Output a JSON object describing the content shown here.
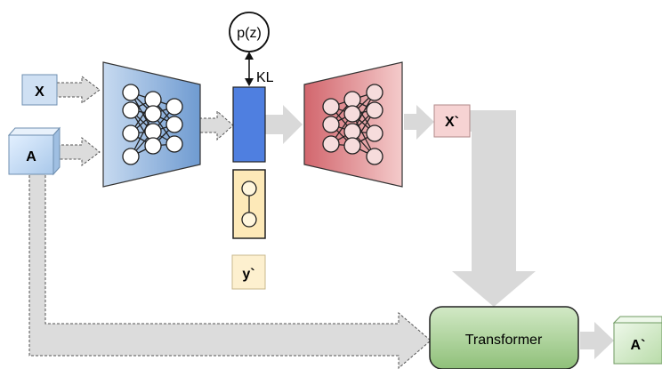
{
  "nodes": {
    "x_input": "X",
    "a_input": "A",
    "prior": "p(z)",
    "kl": "KL",
    "x_output": "X`",
    "y_output": "y`",
    "transformer": "Transformer",
    "a_output": "A`"
  },
  "colors": {
    "blue_fill": "#4f7fe0",
    "input_fill": "#cfe0f3",
    "encoder_fill": "#9dbbe0",
    "decoder_fill": "#e19a9a",
    "output_x_fill": "#f6d3d3",
    "y_fill": "#fde9b8",
    "label_fill": "#fdf0cf",
    "transformer_fill": "#a8cf93",
    "a_out_fill": "#d8ecd1",
    "arrow_gray": "#d8d8d8"
  }
}
